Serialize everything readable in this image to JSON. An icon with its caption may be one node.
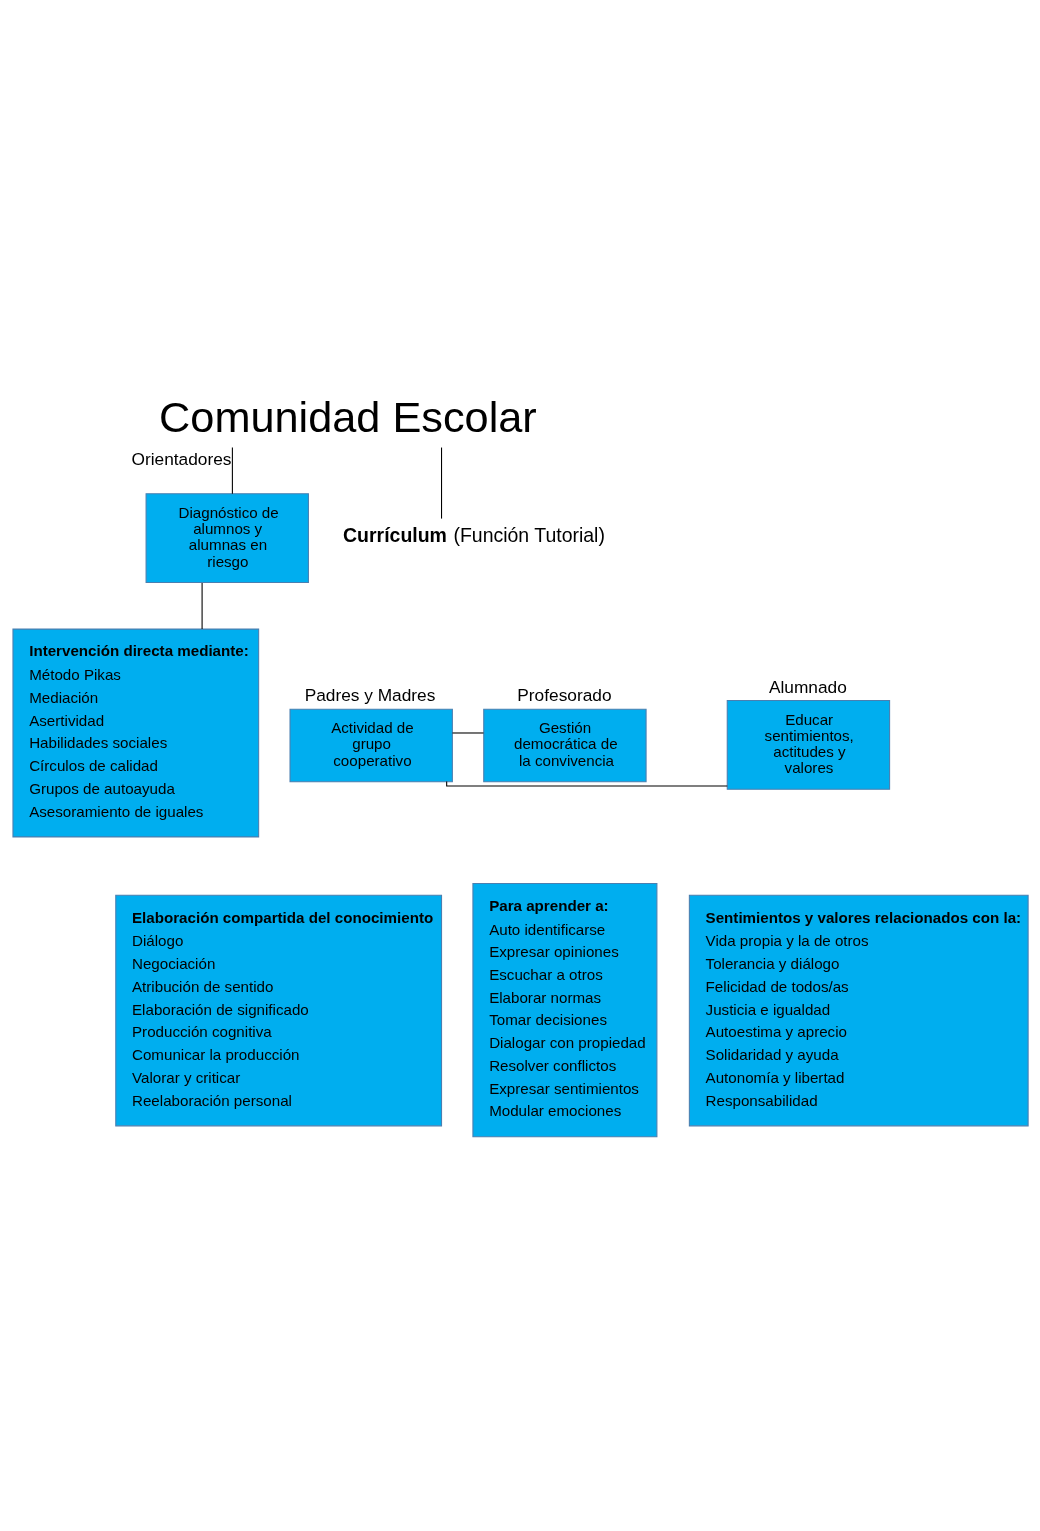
{
  "diagram": {
    "nodes": [
      {
        "text": [
          "Comunidad Escolar"
        ]
      },
      {
        "text": [
          "**Currículum** (Función Tutorial)"
        ]
      },
      {
        "text": [
          "Diagnóstico de alumnos y alumnas en riesgo"
        ]
      },
      {
        "text": [
          "Intervención directa mediante:",
          "Método Pikas",
          "Mediación",
          "Asertividad",
          "Habilidades sociales",
          "Círculos de calidad",
          "Grupos de autoayuda",
          "Asesoramiento de iguales"
        ]
      },
      {
        "text": [
          "Educar sentimientos, actitudes y valores"
        ],
        "beside": [
          "Alumnado"
        ]
      },
      {
        "text": [
          "Actividad de grupo cooperativo"
        ],
        "beside": [
          "Padres y Madres"
        ]
      },
      {
        "text": [
          "Gestión democrática de la convivencia"
        ],
        "beside": [
          "Profesorado"
        ]
      },
      {
        "text": [
          "Sentimientos y valores relacionados con la:",
          "Vida propia y la de otros",
          "Tolerancia y diálogo",
          "Felicidad de todos/as",
          "Justicia e igualdad",
          "Autoestima y aprecio",
          "Solidaridad y ayuda",
          "Autonomía y libertad",
          "Responsabilidad"
        ]
      },
      {
        "text": [
          "Elaboración compartida del conocimiento",
          "Diálogo",
          "Negociación",
          "Atribución de sentido",
          "Elaboración de significado",
          "Producción cognitiva",
          "Comunicar la producción",
          "Valorar y criticar",
          "Reelaboración personal"
        ]
      },
      {
        "text": [
          "Para aprender a:",
          "Auto identificarse",
          "Expresar opiniones",
          "Escuchar a otros",
          "Elaborar normas",
          "Tomar decisiones",
          "Dialogar con propiedad",
          "Resolver conflictos",
          "Expresar sentimientos",
          "Modular emociones"
        ]
      }
    ],
    "edges": [
      {
        "from": 0,
        "to": 2,
        "arrow": "none",
        "label": "Orientadores"
      },
      {
        "from": 0,
        "to": 1,
        "arrow": "none"
      },
      {
        "from": 2,
        "to": 3,
        "arrow": "none"
      },
      {
        "from": 4,
        "to": 5,
        "arrow": "none"
      },
      {
        "from": 5,
        "to": 6,
        "arrow": "none"
      }
    ]
  }
}
